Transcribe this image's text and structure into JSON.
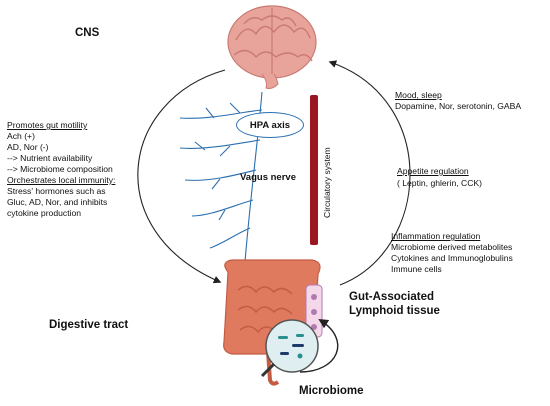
{
  "labels": {
    "cns": "CNS",
    "digestive_tract": "Digestive tract",
    "microbiome": "Microbiome",
    "galt_line1": "Gut-Associated",
    "galt_line2": "Lymphoid tissue",
    "hpa_axis": "HPA axis",
    "vagus_nerve": "Vagus nerve",
    "circulatory_system": "Circulatory system"
  },
  "left_panel": {
    "heading1": "Promotes gut motility",
    "lines1": [
      "Ach (+)",
      "AD, Nor (-)",
      "--> Nutrient availability",
      "--> Microbiome composition"
    ],
    "heading2": "Orchestrates local immunity:",
    "lines2": [
      "Stress' hormones such as",
      "Gluc, AD, Nor, and inhibits",
      "cytokine production"
    ]
  },
  "right_panel": {
    "mood_heading": "Mood, sleep",
    "mood_lines": [
      "Dopamine, Nor, serotonin, GABA"
    ],
    "appetite_heading": "Appetite regulation",
    "appetite_lines": [
      "( Leptin, ghlerin, CCK)"
    ],
    "inflammation_heading": "Inflammation regulation",
    "inflammation_lines": [
      "Microbiome derived metabolites",
      "Cytokines and Immunoglobulins",
      "Immune cells"
    ]
  },
  "colors": {
    "brain": "#e8a39a",
    "brain_dark": "#c97a73",
    "circulatory_bar": "#9a1620",
    "vagus_nerve": "#2a6fb0",
    "intestine": "#e07a5f",
    "intestine_dark": "#c45c44",
    "arrow": "#222222"
  }
}
